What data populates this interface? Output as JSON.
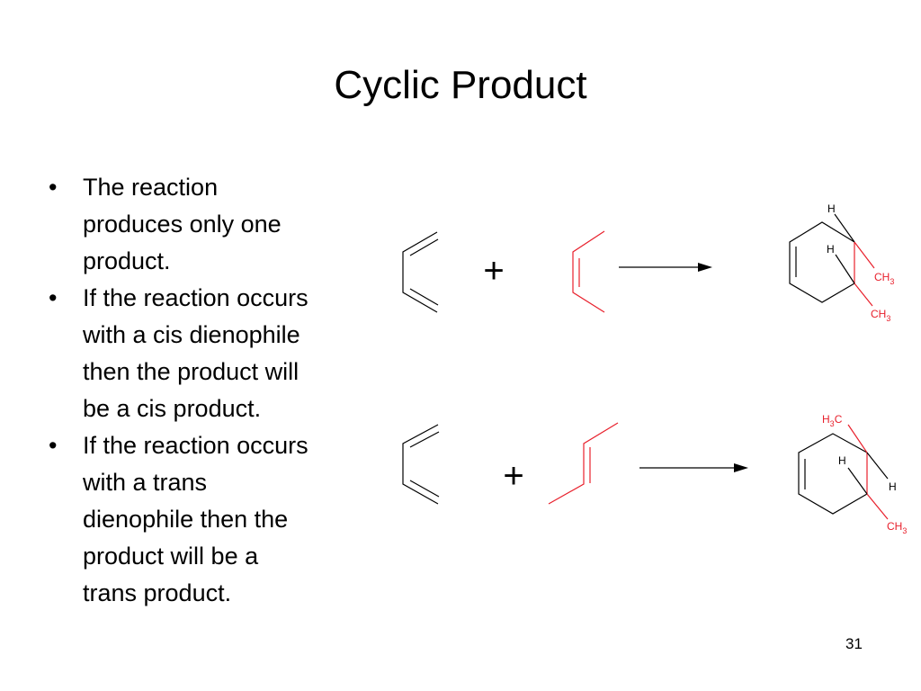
{
  "title": "Cyclic Product",
  "bullets": [
    {
      "lines": [
        "The reaction",
        "produces only one",
        "product."
      ]
    },
    {
      "lines": [
        "If the reaction occurs",
        "with a cis dienophile",
        "then the product will",
        "be a cis product."
      ]
    },
    {
      "lines": [
        "If the reaction occurs",
        "with a trans",
        "dienophile then the",
        "product will be a",
        "trans product."
      ]
    }
  ],
  "bullet_glyph": "•",
  "reactions": {
    "plus": "+",
    "cis": {
      "h_top": "H",
      "h_inner": "H",
      "ch3_a": "CH",
      "ch3_a_sub": "3",
      "ch3_b": "CH",
      "ch3_b_sub": "3"
    },
    "trans": {
      "h3c_pre": "H",
      "h3c_sub": "3",
      "h3c_post": "C",
      "h_inner": "H",
      "h_right": "H",
      "ch3": "CH",
      "ch3_sub": "3"
    }
  },
  "colors": {
    "dienophile": "#e8202c",
    "text": "#000000"
  },
  "page_number": "31"
}
